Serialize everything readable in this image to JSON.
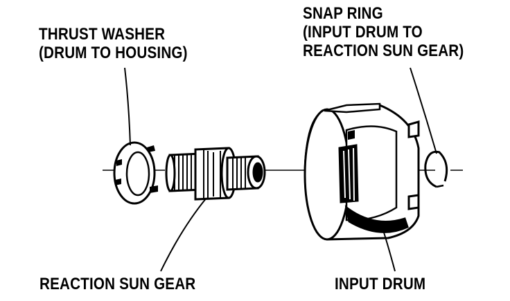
{
  "labels": {
    "thrust_washer": [
      "THRUST WASHER",
      "(DRUM TO HOUSING)"
    ],
    "snap_ring": [
      "SNAP RING",
      "(INPUT DRUM TO",
      "REACTION SUN GEAR)"
    ],
    "reaction_sun_gear": "REACTION SUN GEAR",
    "input_drum": "INPUT DRUM"
  },
  "colors": {
    "ink": "#000000",
    "paper": "#ffffff"
  }
}
